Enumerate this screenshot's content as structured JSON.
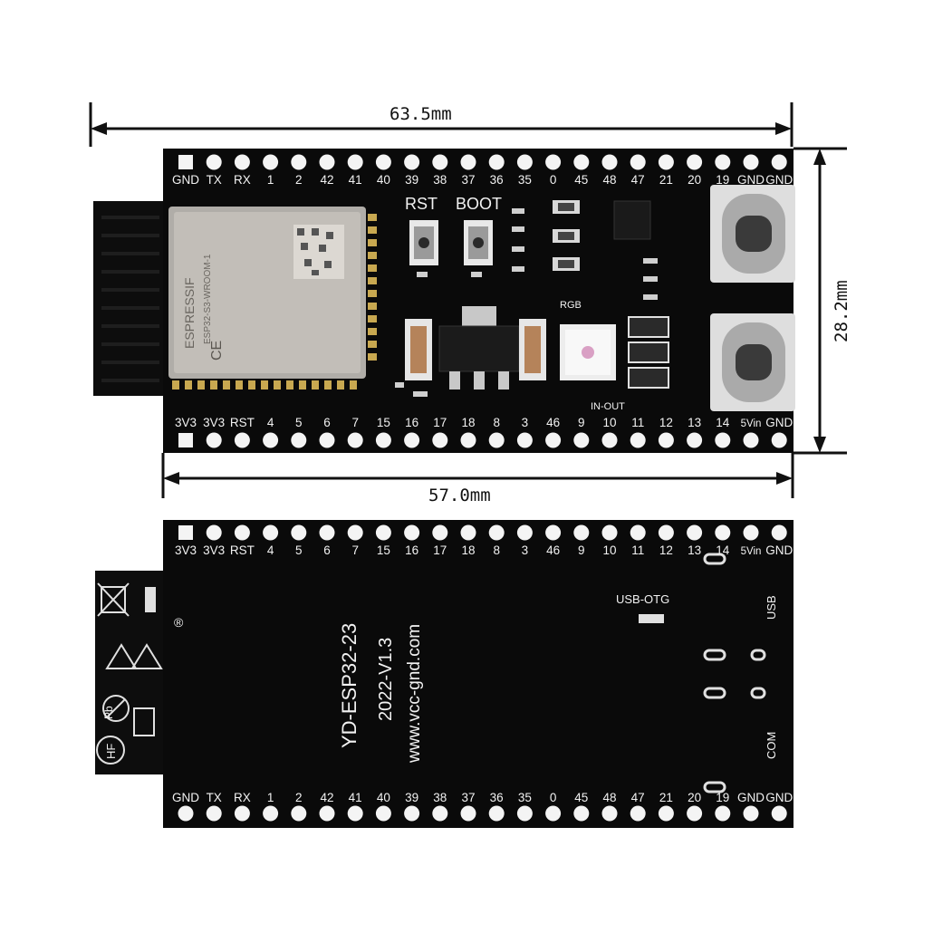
{
  "dimensions": {
    "overall_length": "63.5mm",
    "width": "28.2mm",
    "header_length": "57.0mm"
  },
  "front": {
    "top_pins": [
      "GND",
      "TX",
      "RX",
      "1",
      "2",
      "42",
      "41",
      "40",
      "39",
      "38",
      "37",
      "36",
      "35",
      "0",
      "45",
      "48",
      "47",
      "21",
      "20",
      "19",
      "GND",
      "GND"
    ],
    "bottom_pins": [
      "3V3",
      "3V3",
      "RST",
      "4",
      "5",
      "6",
      "7",
      "15",
      "16",
      "17",
      "18",
      "8",
      "3",
      "46",
      "9",
      "10",
      "11",
      "12",
      "13",
      "14",
      "5Vin",
      "GND"
    ],
    "buttons": {
      "rst": "RST",
      "boot": "BOOT"
    },
    "labels": {
      "rgb": "RGB",
      "in_out": "IN-OUT"
    },
    "module_text": [
      "ESPRESSIF",
      "ESP32-S3-WROOM-1"
    ],
    "module_mark": "CE"
  },
  "back": {
    "top_pins": [
      "3V3",
      "3V3",
      "RST",
      "4",
      "5",
      "6",
      "7",
      "15",
      "16",
      "17",
      "18",
      "8",
      "3",
      "46",
      "9",
      "10",
      "11",
      "12",
      "13",
      "14",
      "5Vin",
      "GND"
    ],
    "bottom_pins": [
      "GND",
      "TX",
      "RX",
      "1",
      "2",
      "42",
      "41",
      "40",
      "39",
      "38",
      "37",
      "36",
      "35",
      "0",
      "45",
      "48",
      "47",
      "21",
      "20",
      "19",
      "GND",
      "GND"
    ],
    "board_name": "YD-ESP32-23",
    "version": "2022-V1.3",
    "website": "www.vcc-gnd.com",
    "usb_otg": "USB-OTG",
    "usb": "USB",
    "com": "COM",
    "hf": "HF",
    "pb": "Pb",
    "registered": "®"
  }
}
